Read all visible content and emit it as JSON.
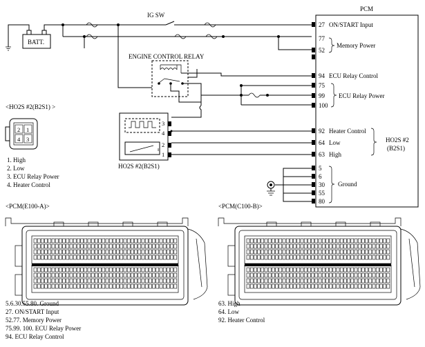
{
  "pcm": {
    "title": "PCM",
    "pins": [
      {
        "num": "27",
        "label": "ON/START Input"
      },
      {
        "num": "77",
        "label": ""
      },
      {
        "num": "52",
        "label": ""
      },
      {
        "num": "94",
        "label": "ECU Relay Control"
      },
      {
        "num": "75",
        "label": ""
      },
      {
        "num": "99",
        "label": ""
      },
      {
        "num": "100",
        "label": ""
      },
      {
        "num": "92",
        "label": "Heater Control"
      },
      {
        "num": "64",
        "label": "Low"
      },
      {
        "num": "63",
        "label": "High"
      },
      {
        "num": "5",
        "label": ""
      },
      {
        "num": "6",
        "label": ""
      },
      {
        "num": "30",
        "label": ""
      },
      {
        "num": "55",
        "label": ""
      },
      {
        "num": "80",
        "label": ""
      }
    ],
    "group_labels": {
      "memory_power": "Memory Power",
      "ecu_relay_power": "ECU Relay Power",
      "ho2s_title": "HO2S #2",
      "ho2s_sub": "(B2S1)",
      "ground": "Ground"
    }
  },
  "ig_sw": "IG SW",
  "battery": "BATT.",
  "engine_control_relay": "ENGINE CONTROL RELAY",
  "sensor": {
    "label": "HO2S #2(B2S1)",
    "pins": [
      "3",
      "4",
      "2",
      "1"
    ]
  },
  "ho2s_connector": {
    "title": "<HO2S #2(B2S1)  >",
    "cells": [
      "2",
      "1",
      "4",
      "3"
    ],
    "legend": [
      "1. High",
      "2. Low",
      "3. ECU Relay Power",
      "4. Heater Control"
    ]
  },
  "pcm_a": {
    "title": "<PCM(E100-A)>",
    "legend": [
      "5.6.30.55.80.    Ground",
      "27. ON/START Input",
      "52.77.  Memory Power",
      "75.99. 100. ECU Relay Power",
      "94.  ECU Relay Control"
    ]
  },
  "pcm_b": {
    "title": "<PCM(C100-B)>",
    "legend": [
      "63. High",
      "64. Low",
      "92.  Heater Control"
    ]
  }
}
